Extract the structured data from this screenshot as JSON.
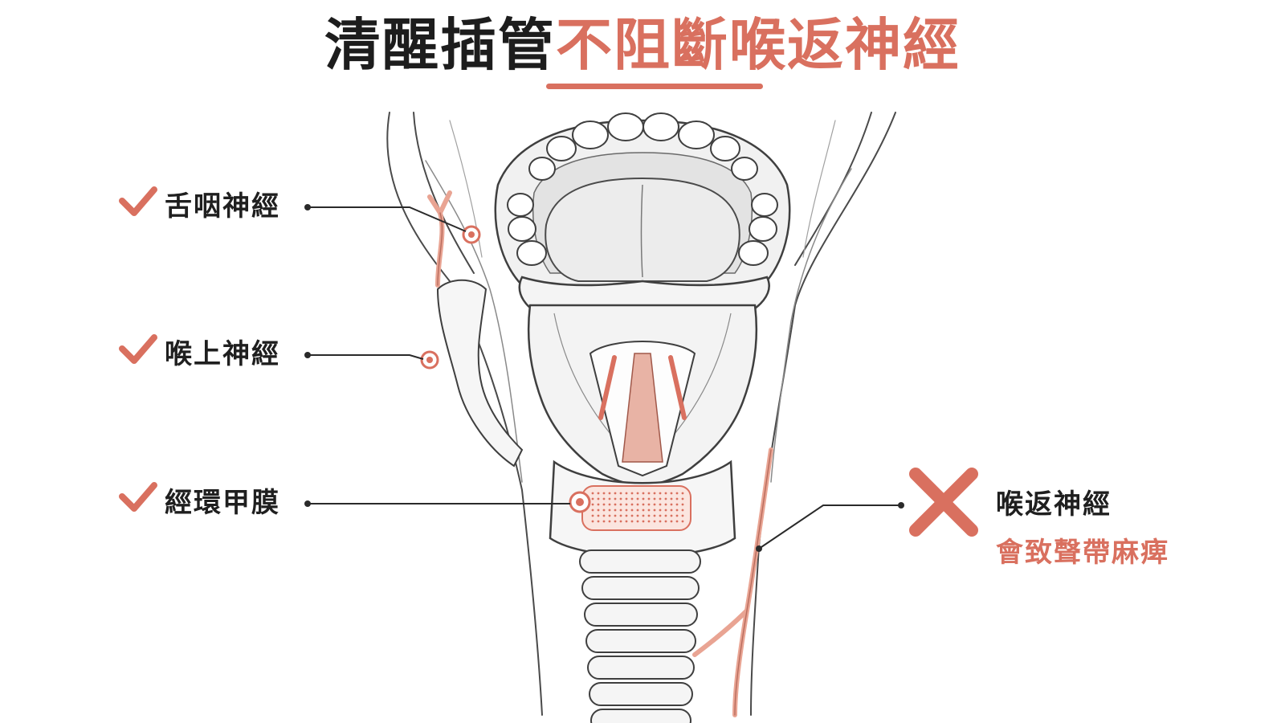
{
  "title": {
    "prefix": "清醒插管",
    "highlight": "不阻斷喉返神經"
  },
  "labels": {
    "glossopharyngeal": "舌咽神經",
    "superior_laryngeal": "喉上神經",
    "cricothyroid_membrane": "經環甲膜",
    "recurrent_laryngeal": "喉返神經",
    "recurrent_warning": "會致聲帶麻痺"
  },
  "icons": {
    "allowed": "check-icon",
    "forbidden": "cross-icon"
  },
  "colors": {
    "accent": "#d9705f",
    "text": "#1f1f1f",
    "line": "#555555",
    "nerve": "#e9a493"
  }
}
